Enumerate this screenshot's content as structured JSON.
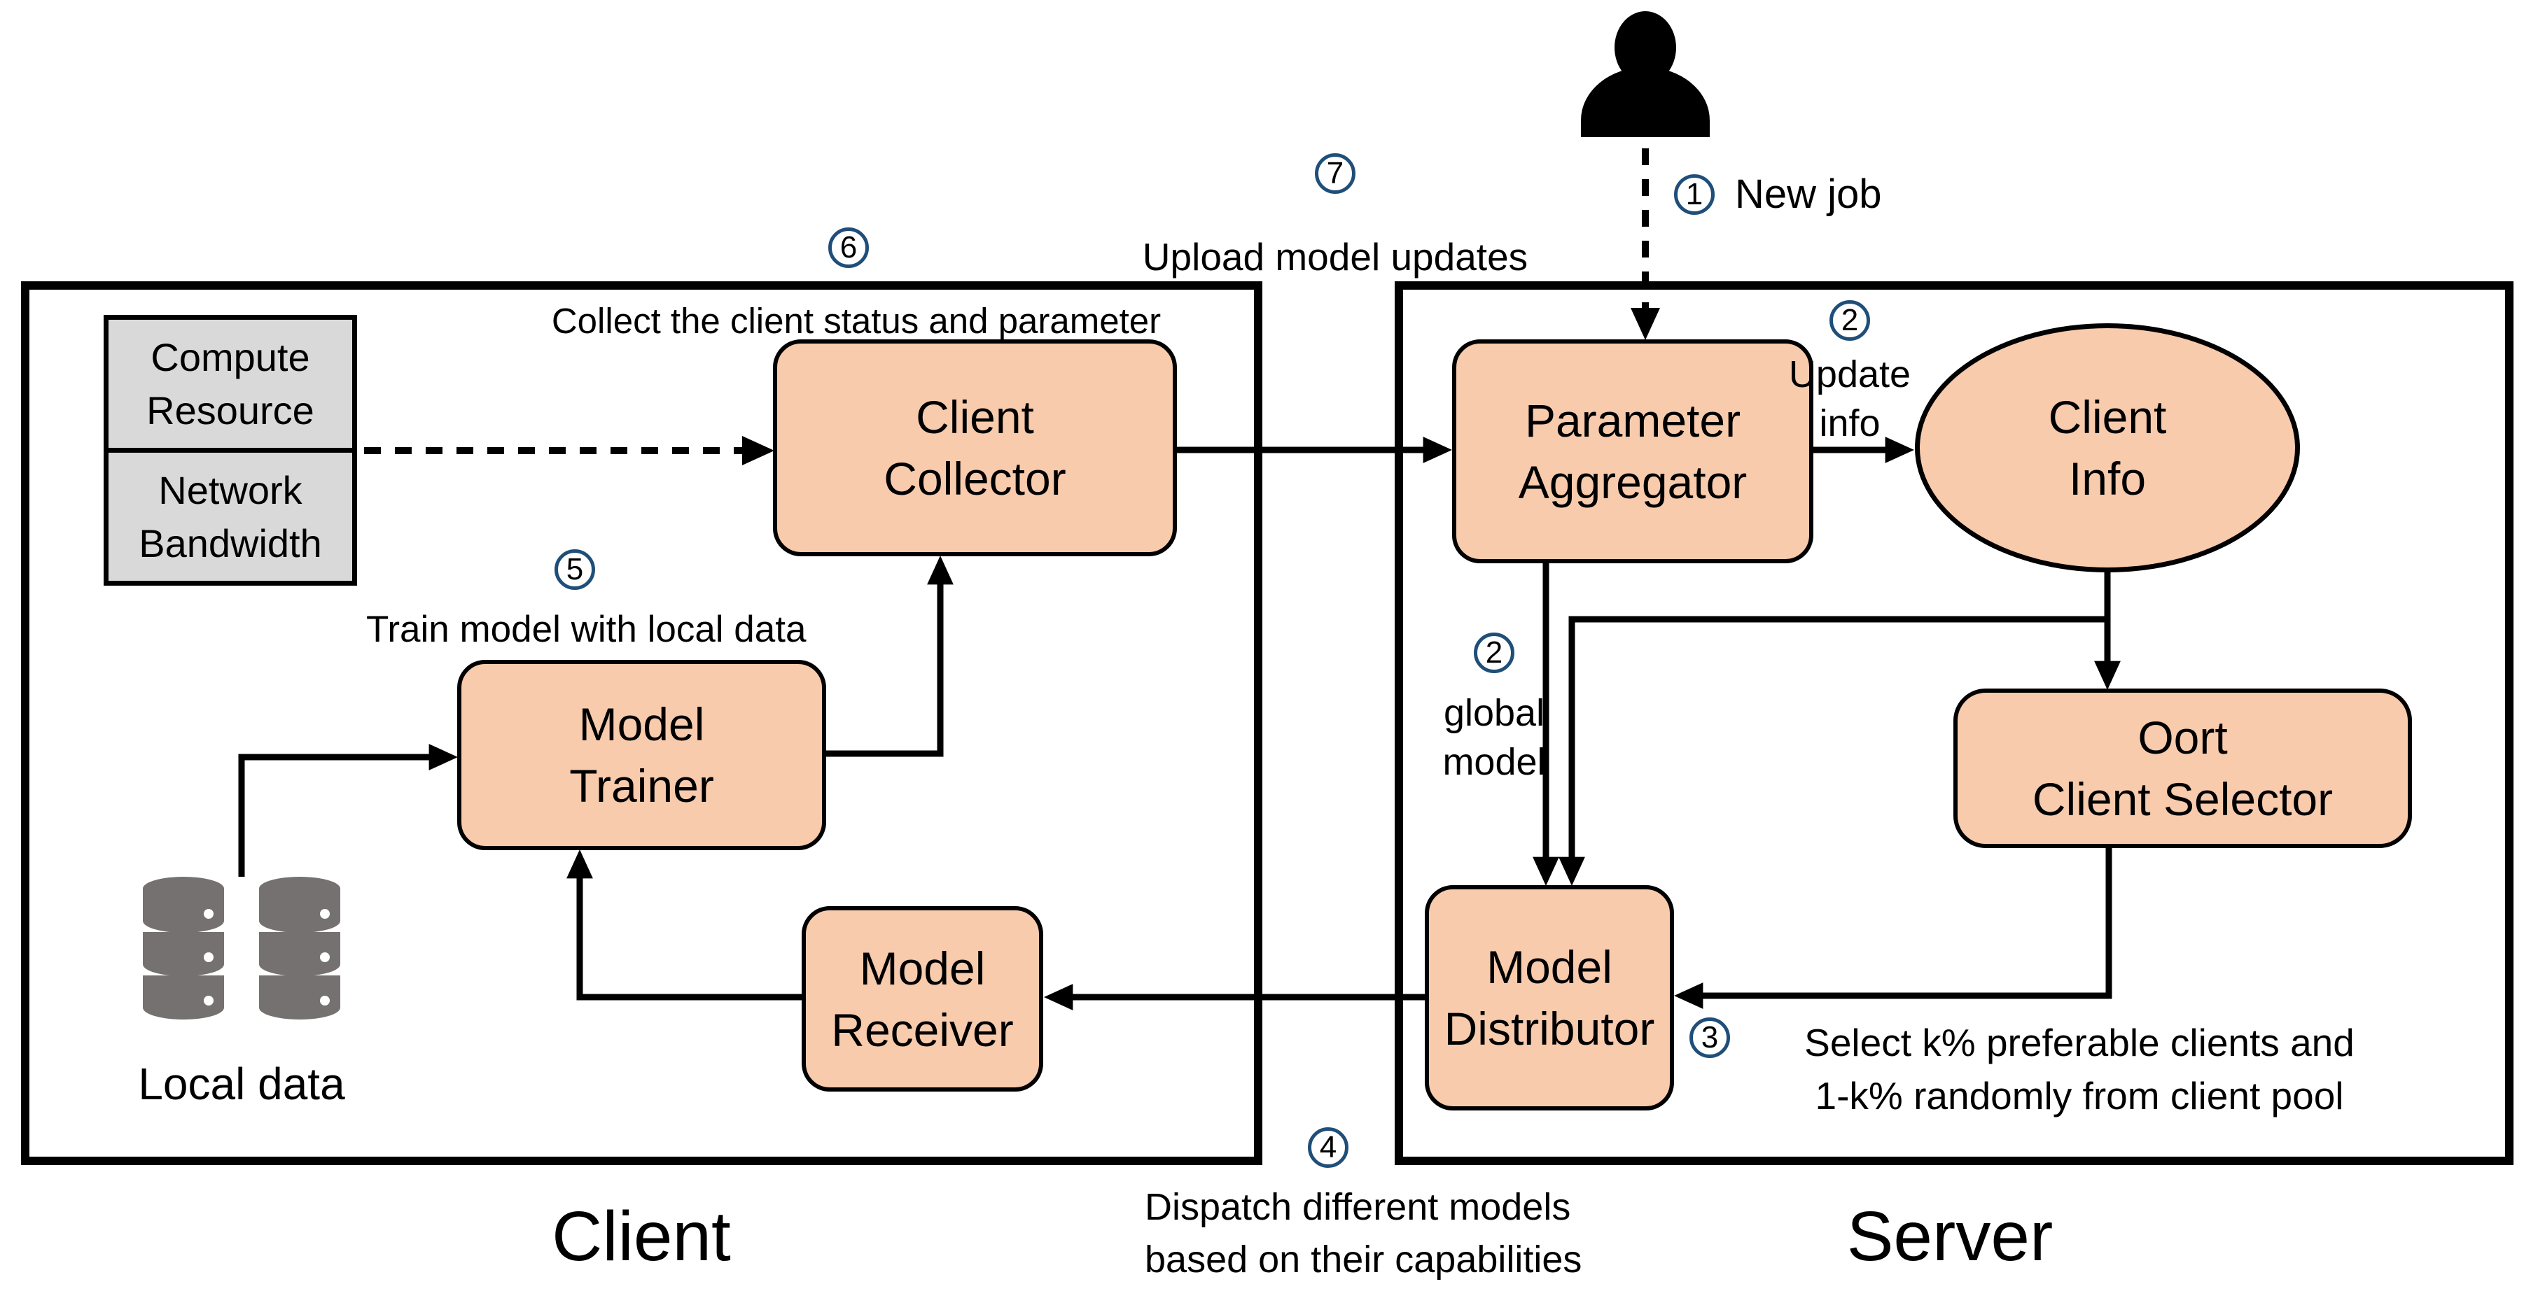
{
  "sections": {
    "client_label": "Client",
    "server_label": "Server"
  },
  "nodes": {
    "resource_monitor": {
      "line1": "Compute",
      "line2": "Resource",
      "line3": "Network",
      "line4": "Bandwidth"
    },
    "client_collector": {
      "line1": "Client",
      "line2": "Collector"
    },
    "model_trainer": {
      "line1": "Model",
      "line2": "Trainer"
    },
    "model_receiver": {
      "line1": "Model",
      "line2": "Receiver"
    },
    "parameter_aggregator": {
      "line1": "Parameter",
      "line2": "Aggregator"
    },
    "client_info": {
      "line1": "Client",
      "line2": "Info"
    },
    "oort_client_selector": {
      "line1": "Oort",
      "line2": "Client Selector"
    },
    "model_distributor": {
      "line1": "Model",
      "line2": "Distributor"
    },
    "local_data": {
      "label": "Local data"
    }
  },
  "annotations": {
    "step1": {
      "num": "1",
      "text": "New job"
    },
    "step2_update": {
      "num": "2",
      "line1": "Update",
      "line2": "info"
    },
    "step2_global": {
      "num": "2",
      "line1": "global",
      "line2": "model"
    },
    "step3": {
      "num": "3",
      "line1": "Select k% preferable clients and",
      "line2": "1-k% randomly from client pool"
    },
    "step4": {
      "num": "4",
      "line1": "Dispatch different models",
      "line2": "based on their capabilities"
    },
    "step5": {
      "num": "5",
      "text": "Train model with local data"
    },
    "step6": {
      "num": "6",
      "text": "Collect the client status and parameter"
    },
    "step7": {
      "num": "7",
      "text": "Upload model updates"
    }
  },
  "icons": {
    "user": "user-icon",
    "database": "database-icon"
  },
  "colors": {
    "node_fill": "#F8CBAD",
    "node_border": "#000000",
    "resource_fill": "#D9D9D9",
    "circle_border": "#1F4E79",
    "db_gray": "#767171"
  }
}
